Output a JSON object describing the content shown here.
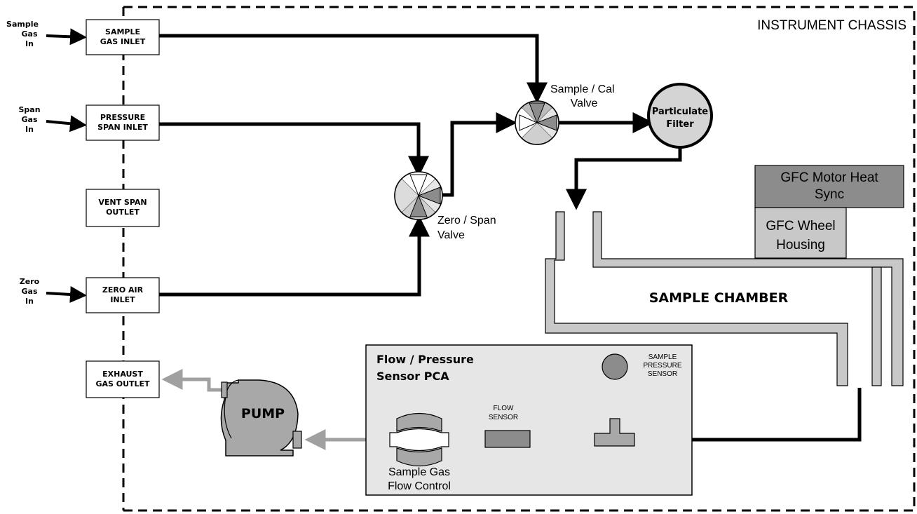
{
  "chassis_label": "INSTRUMENT CHASSIS",
  "external": {
    "sample": [
      "Sample",
      "Gas",
      "In"
    ],
    "span": [
      "Span",
      "Gas",
      "In"
    ],
    "zero": [
      "Zero",
      "Gas",
      "In"
    ]
  },
  "ports": {
    "sample_inlet": [
      "SAMPLE",
      "GAS INLET"
    ],
    "pressure_span_inlet": [
      "PRESSURE",
      "SPAN INLET"
    ],
    "vent_span_outlet": [
      "VENT SPAN",
      "OUTLET"
    ],
    "zero_air_inlet": [
      "ZERO AIR",
      "INLET"
    ],
    "exhaust_gas_outlet": [
      "EXHAUST",
      "GAS OUTLET"
    ]
  },
  "valves": {
    "sample_cal": [
      "Sample / Cal",
      "Valve"
    ],
    "zero_span": [
      "Zero / Span",
      "Valve"
    ]
  },
  "filter": [
    "Particulate",
    "Filter"
  ],
  "gfc_motor": [
    "GFC Motor Heat",
    "Sync"
  ],
  "gfc_wheel": [
    "GFC Wheel",
    "Housing"
  ],
  "sample_chamber": "SAMPLE CHAMBER",
  "pca": [
    "Flow / Pressure",
    "Sensor PCA"
  ],
  "pressure_sensor": [
    "SAMPLE",
    "PRESSURE",
    "SENSOR"
  ],
  "flow_sensor": [
    "FLOW",
    "SENSOR"
  ],
  "flow_control": [
    "Sample Gas",
    "Flow Control"
  ],
  "pump": "PUMP",
  "colors": {
    "black": "#000000",
    "light_gray": "#d4d4d4",
    "mid_gray": "#a8a8a8",
    "dark_gray": "#8c8c8c",
    "pca_bg": "#e6e6e6",
    "exhaust_arrow": "#a0a0a0"
  }
}
